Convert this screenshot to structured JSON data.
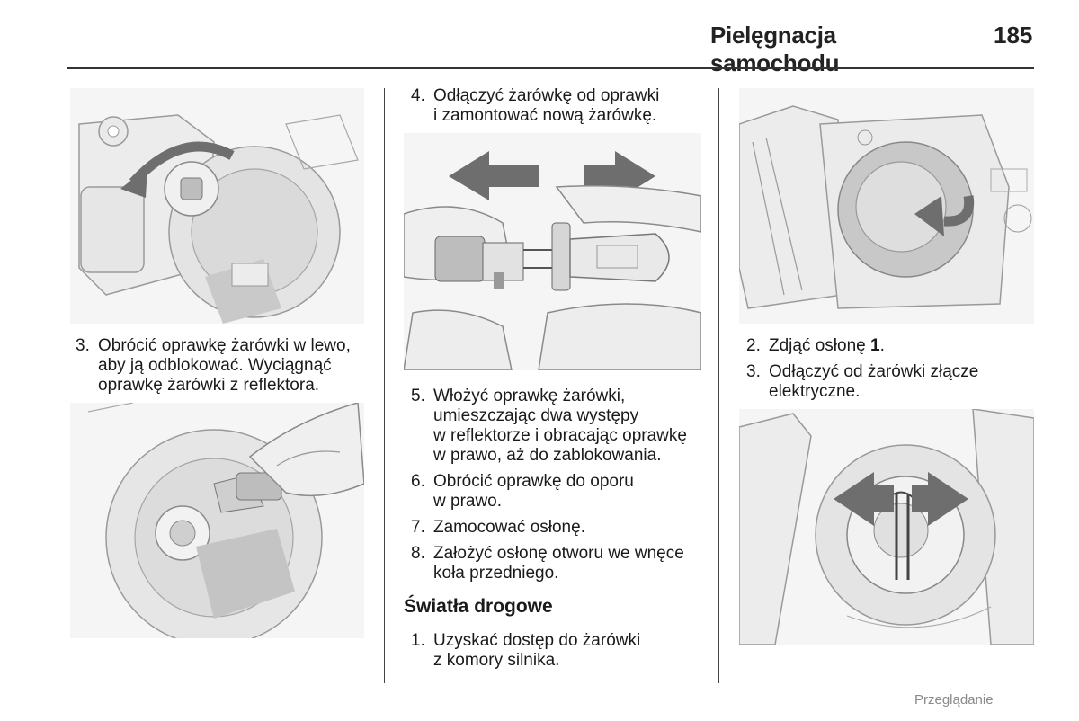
{
  "header": {
    "title": "Pielęgnacja samochodu",
    "page_number": "185"
  },
  "col1": {
    "step3": {
      "num": "3.",
      "lines": [
        "Obrócić oprawkę żarówki w lewo,",
        "aby ją odblokować. Wyciągnąć",
        "oprawkę żarówki z reflektora."
      ]
    }
  },
  "col2": {
    "step4": {
      "num": "4.",
      "lines": [
        "Odłączyć żarówkę od oprawki",
        "i zamontować nową żarówkę."
      ]
    },
    "step5": {
      "num": "5.",
      "lines": [
        "Włożyć oprawkę żarówki,",
        "umieszczając dwa występy",
        "w reflektorze i obracając oprawkę",
        "w prawo, aż do zablokowania."
      ]
    },
    "step6": {
      "num": "6.",
      "lines": [
        "Obrócić oprawkę do oporu",
        "w prawo."
      ]
    },
    "step7": {
      "num": "7.",
      "lines": [
        "Zamocować osłonę."
      ]
    },
    "step8": {
      "num": "8.",
      "lines": [
        "Założyć osłonę otworu we wnęce",
        "koła przedniego."
      ]
    },
    "subheading": "Światła drogowe",
    "hb_step1": {
      "num": "1.",
      "lines": [
        "Uzyskać dostęp do żarówki",
        "z komory silnika."
      ]
    }
  },
  "col3": {
    "step2": {
      "num": "2.",
      "text": "Zdjąć osłonę ",
      "bold": "1",
      "end": "."
    },
    "step3": {
      "num": "3.",
      "lines": [
        "Odłączyć od żarówki złącze",
        "elektryczne."
      ]
    }
  },
  "footer": {
    "nav_label": "Przeglądanie"
  },
  "colors": {
    "arrow_gray": "#6e6e6e",
    "line_gray": "#9a9a9a",
    "fill_light": "#e2e2e2"
  }
}
